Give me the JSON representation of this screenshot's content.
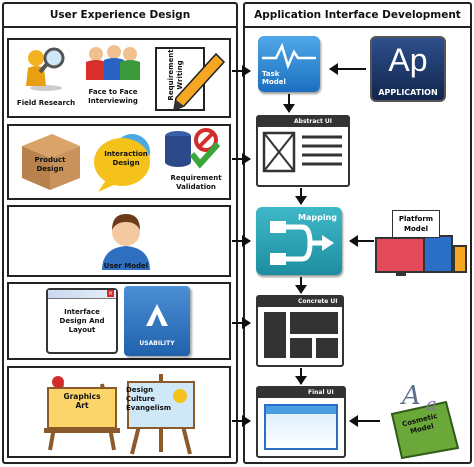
{
  "left_column": {
    "title": "User Experience Design",
    "rows": {
      "research": {
        "field_research": "Field Research",
        "face_to_face": "Face to Face",
        "interviewing": "Interviewing",
        "requirement": "Requirement",
        "writing": "Writing"
      },
      "product": {
        "product": "Product",
        "design": "Design",
        "interaction": "Interaction",
        "design2": "Design",
        "requirement": "Requirement",
        "validation": "Validation"
      },
      "user": {
        "user_model": "User Model"
      },
      "interface": {
        "interface": "Interface",
        "design_and": "Design And",
        "layout": "Layout",
        "usability": "USABILITY"
      },
      "graphics": {
        "graphics": "Graphics",
        "art": "Art",
        "design": "Design",
        "culture": "Culture",
        "evangelism": "Evangelism"
      }
    }
  },
  "right_column": {
    "title": "Application Interface Development",
    "task_model": {
      "task": "Task",
      "model": "Model"
    },
    "application_logo": {
      "ap": "Ap",
      "application": "APPLICATION"
    },
    "abstract_ui": "Abstract UI",
    "mapping": "Mapping",
    "platform_model": {
      "platform": "Platform",
      "model": "Model"
    },
    "concrete_ui": "Concrete UI",
    "final_ui": "Final UI",
    "cosmetic_model": {
      "cosmetic": "Cosmetic",
      "model": "Model"
    }
  }
}
